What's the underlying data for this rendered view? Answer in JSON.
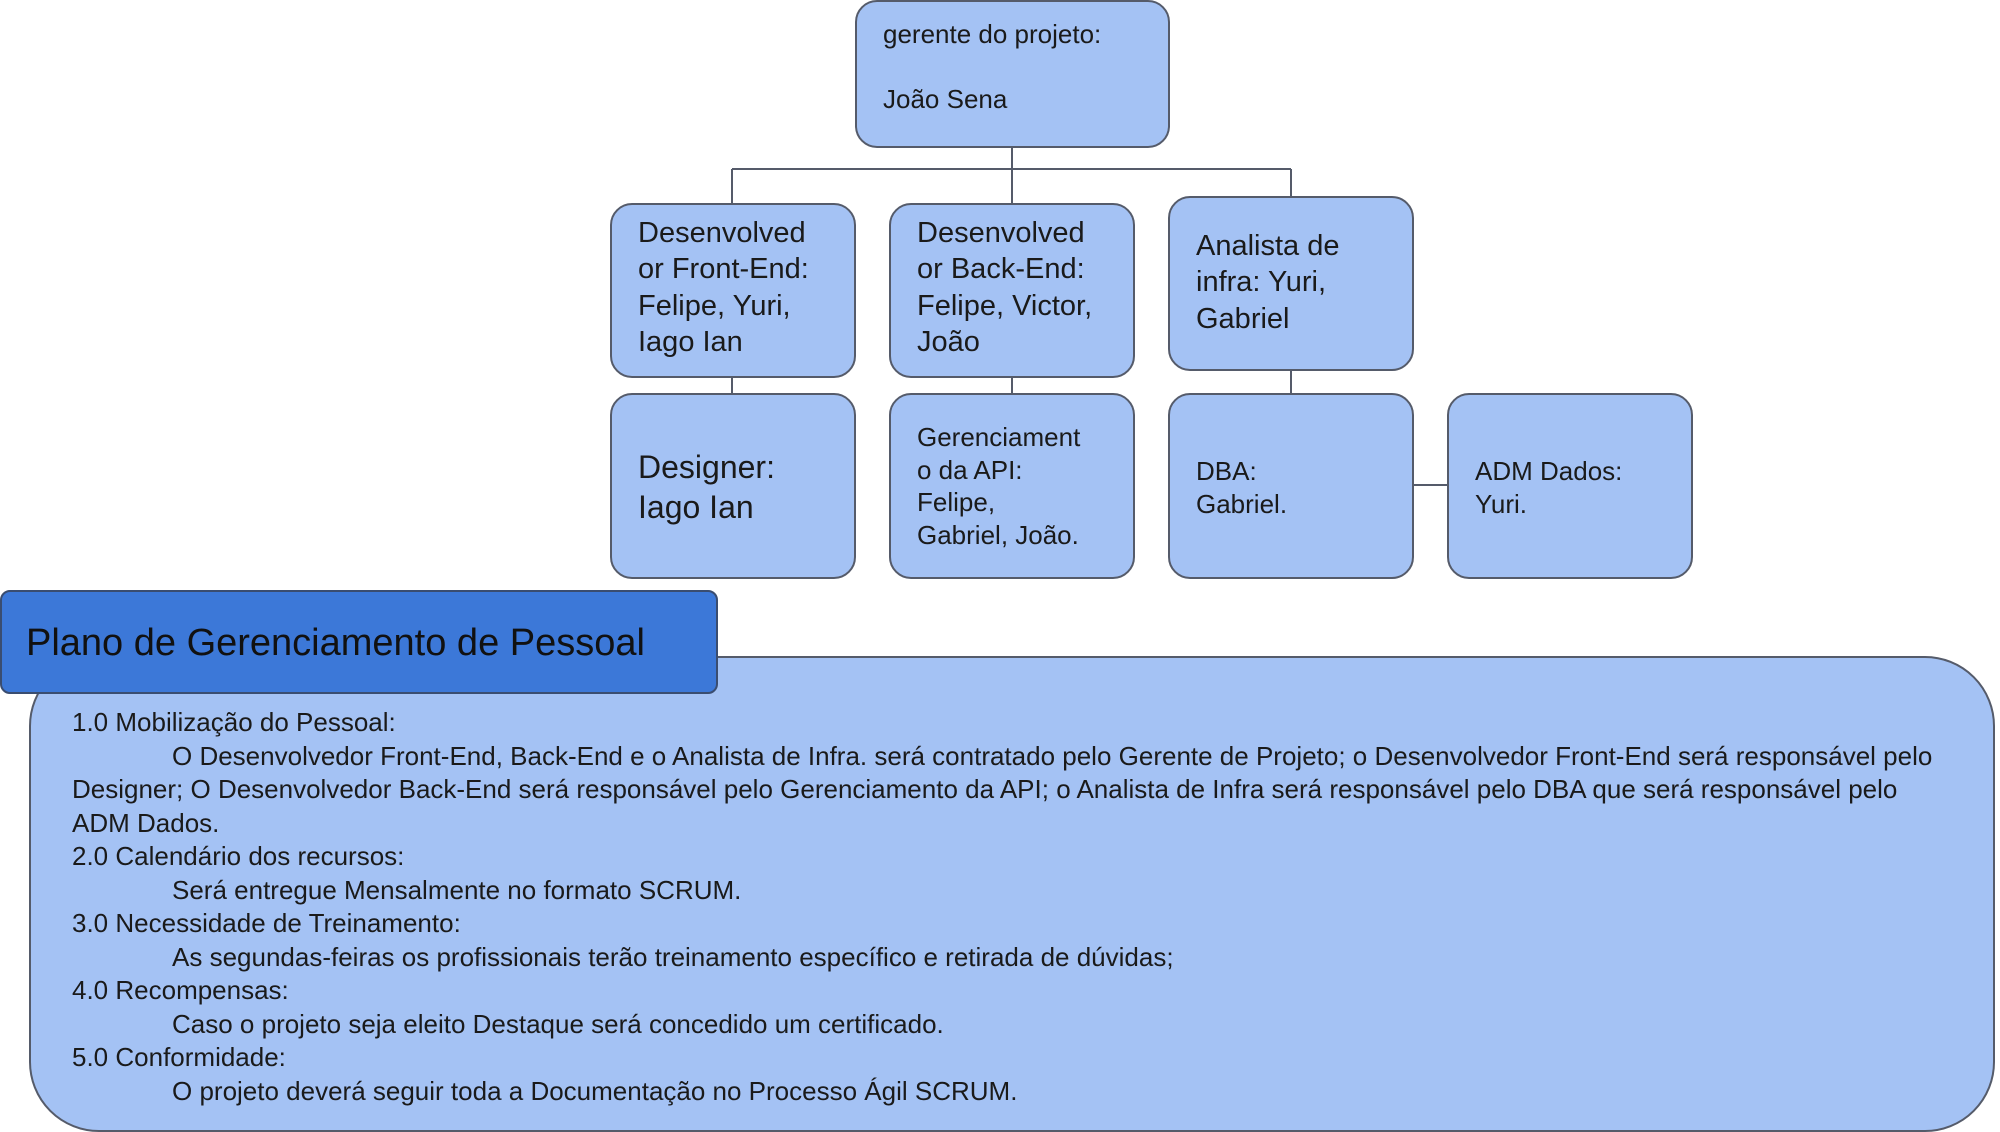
{
  "org_chart": {
    "manager": "gerente do projeto:\n\nJoão Sena",
    "frontend": "Desenvolved\nor Front-End:\nFelipe, Yuri,\nIago Ian",
    "backend": "Desenvolved\nor Back-End:\nFelipe, Victor,\nJoão",
    "infra": "Analista de\ninfra: Yuri,\nGabriel",
    "designer": "Designer:\nIago Ian",
    "api": "Gerenciament\no da API:\nFelipe,\nGabriel, João.",
    "dba": "DBA:\nGabriel.",
    "adm": "ADM Dados:\nYuri."
  },
  "plan": {
    "title": "Plano de Gerenciamento de Pessoal",
    "sections": [
      {
        "heading": "1.0 Mobilização do Pessoal:",
        "text": "O Desenvolvedor Front-End, Back-End e o Analista de Infra. será contratado pelo Gerente de Projeto; o Desenvolvedor Front-End será responsável pelo Designer; O Desenvolvedor Back-End será responsável pelo Gerenciamento da API; o Analista de Infra será responsável pelo DBA que será responsável pelo ADM Dados."
      },
      {
        "heading": "2.0 Calendário dos recursos:",
        "text": "Será entregue Mensalmente no formato SCRUM."
      },
      {
        "heading": "3.0 Necessidade de Treinamento:",
        "text": "As segundas-feiras os profissionais terão treinamento específico e retirada de dúvidas;"
      },
      {
        "heading": "4.0 Recompensas:",
        "text": "Caso o projeto seja eleito Destaque será concedido um certificado."
      },
      {
        "heading": "5.0 Conformidade:",
        "text": "O projeto deverá seguir toda a Documentação no Processo Ágil SCRUM."
      }
    ]
  }
}
